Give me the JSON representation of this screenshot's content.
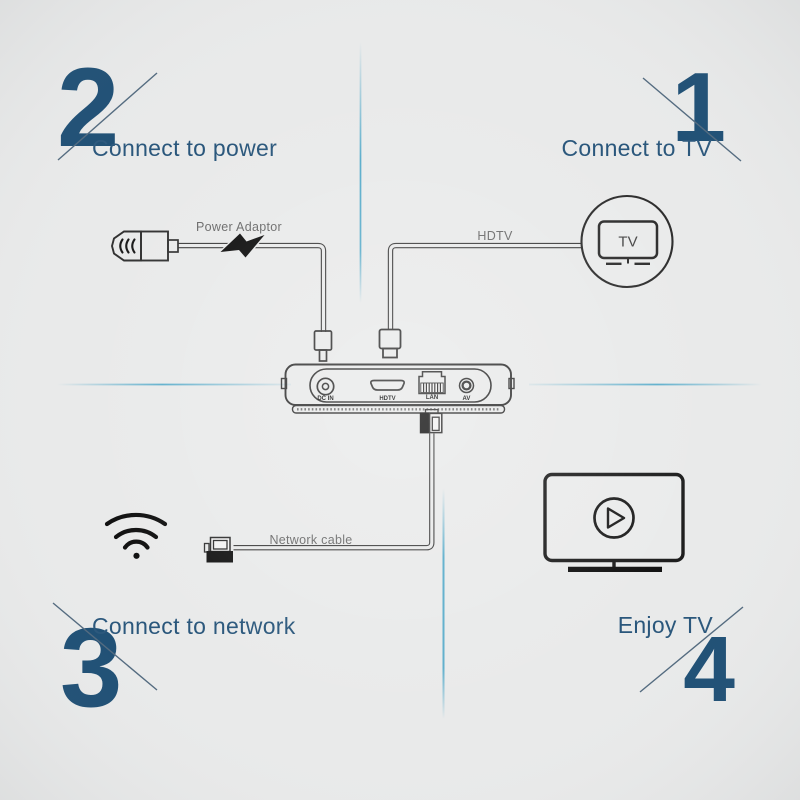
{
  "title": "TV box quick start connection diagram",
  "colors": {
    "background": "#e9eaea",
    "step_number": "#1d4e74",
    "step_heading": "#29567b",
    "divider_teal": "#4da7c8",
    "line_dark": "#3e3e3e",
    "label_gray": "#6a6a6a"
  },
  "steps": {
    "step1": {
      "number": "1",
      "label": "Connect to TV"
    },
    "step2": {
      "number": "2",
      "label": "Connect to power"
    },
    "step3": {
      "number": "3",
      "label": "Connect to network"
    },
    "step4": {
      "number": "4",
      "label": "Enjoy TV"
    }
  },
  "annotations": {
    "power_adaptor": "Power Adaptor",
    "hdtv_cable": "HDTV",
    "network_cable": "Network cable"
  },
  "device": {
    "port_dc": "DC IN",
    "port_hdmi": "HDTV",
    "port_lan": "LAN",
    "port_av": "AV"
  },
  "tv": {
    "screen_label": "TV"
  },
  "icons": {
    "power_plug": "power-plug-icon",
    "lightning": "lightning-bolt-icon",
    "dc_connector": "dc-connector-icon",
    "hdmi_connector": "hdmi-connector-icon",
    "tv_in_circle": "tv-icon",
    "tv_box": "tv-box-device",
    "ethernet_plug": "ethernet-plug-icon",
    "wifi": "wifi-icon",
    "tv_play": "tv-play-icon"
  }
}
